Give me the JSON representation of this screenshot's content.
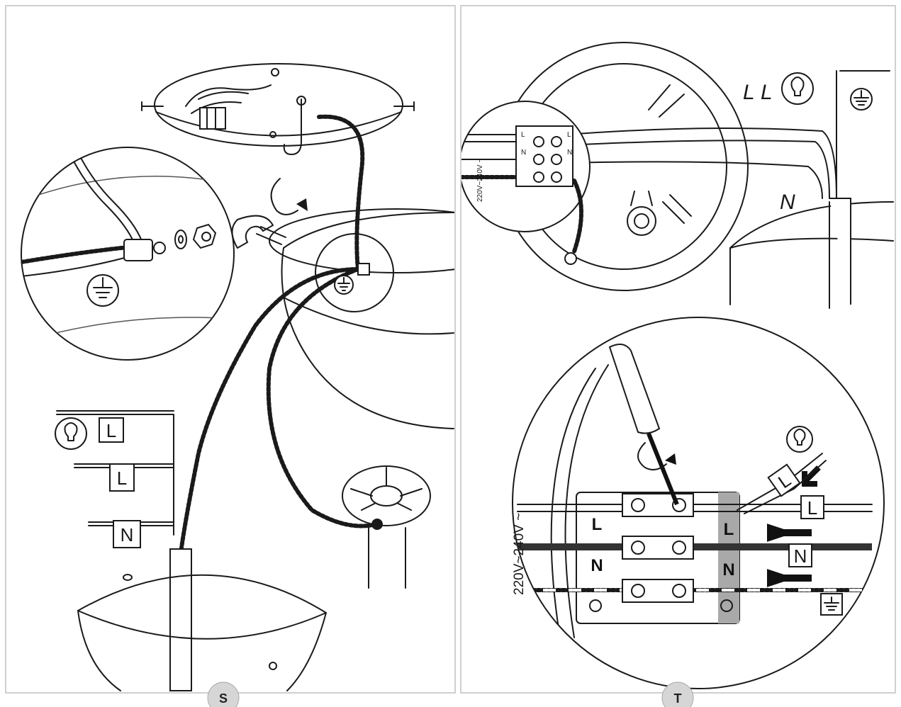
{
  "panels": [
    {
      "id": "S",
      "badge": "S",
      "wire_labels": [
        "L",
        "L",
        "N"
      ]
    },
    {
      "id": "T",
      "badge": "T",
      "top_inset": {
        "voltage": "220V~240V ~",
        "terminal_labels": [
          "L",
          "N",
          "L",
          "N"
        ],
        "wire_labels": [
          "L",
          "L",
          "N"
        ]
      },
      "bottom_inset": {
        "voltage": "220V~240V ~",
        "block_labels": [
          "L",
          "N",
          "L",
          "N"
        ],
        "wire_labels": [
          "L",
          "N"
        ]
      }
    }
  ],
  "colors": {
    "line": "#1a1a1a",
    "background": "#ffffff",
    "badge": "#d6d6d6",
    "frame": "#cfcfcf",
    "highlight": "#a9a9a9"
  },
  "icons": [
    "light-bulb-icon",
    "ground-symbol-icon",
    "rotation-arrow-icon",
    "wrench-icon",
    "screwdriver-icon",
    "insertion-arrow-icon"
  ]
}
